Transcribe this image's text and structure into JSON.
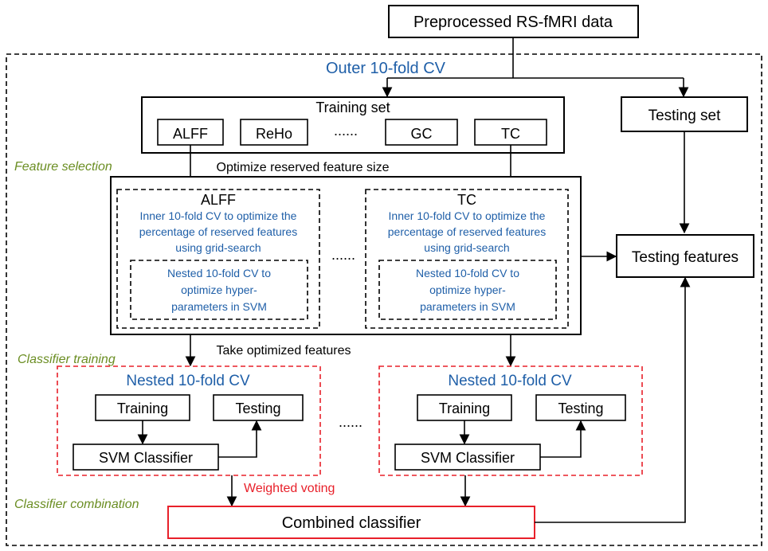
{
  "top": {
    "input_label": "Preprocessed RS-fMRI data"
  },
  "outer_cv": {
    "label": "Outer 10-fold CV",
    "color": "#1f5fa8"
  },
  "training_set": {
    "title": "Training set",
    "features": [
      "ALFF",
      "ReHo",
      "GC",
      "TC"
    ],
    "ellipsis": "......"
  },
  "testing_set": {
    "label": "Testing set"
  },
  "stages": {
    "feature_selection": "Feature selection",
    "classifier_training": "Classifier training",
    "classifier_combination": "Classifier combination",
    "stage_color": "#6b8e23"
  },
  "feature_selection": {
    "optimize_label": "Optimize reserved feature size",
    "left_title": "ALFF",
    "right_title": "TC",
    "inner_lines": [
      "Inner 10-fold CV to optimize the",
      "percentage of reserved features",
      "using grid-search"
    ],
    "nested_lines": [
      "Nested 10-fold CV to",
      "optimize hyper-",
      "parameters in SVM"
    ],
    "ellipsis": "......"
  },
  "testing_features": {
    "label": "Testing features"
  },
  "take_optimized": "Take optimized features",
  "classifier_training": {
    "nested_title": "Nested 10-fold CV",
    "training_label": "Training",
    "testing_label": "Testing",
    "svm_label": "SVM Classifier",
    "ellipsis": "......"
  },
  "weighted_voting": {
    "label": "Weighted voting",
    "color": "#e8202a"
  },
  "combined_classifier": {
    "label": "Combined classifier"
  }
}
